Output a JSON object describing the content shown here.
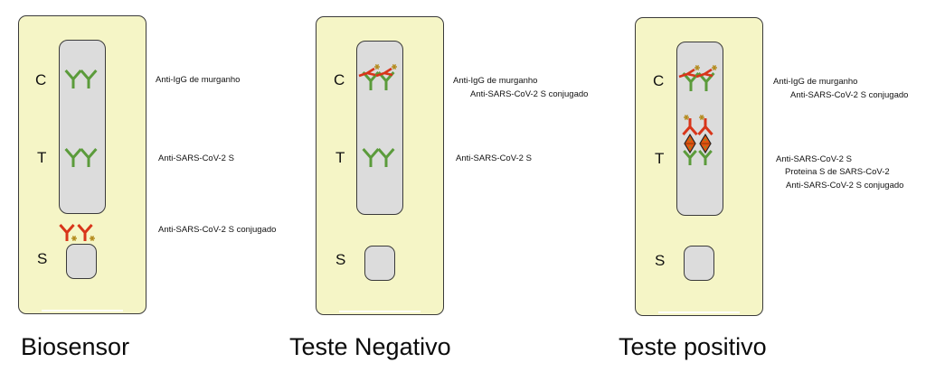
{
  "colors": {
    "capture_antibody": "#5b9b3b",
    "conjugate_antibody": "#d8351a",
    "label_star": "#b38a1c",
    "spike_protein": "#e2550f"
  },
  "panels": [
    {
      "id": "biosensor",
      "title": "Biosensor",
      "zones": {
        "c": "C",
        "t": "T",
        "s": "S"
      },
      "labels": {
        "c": [
          "Anti-IgG de murganho"
        ],
        "t": [
          "Anti-SARS-CoV-2 S"
        ],
        "s": [
          "Anti-SARS-CoV-2 S conjugado"
        ]
      },
      "c_line": "capture",
      "t_line": "capture",
      "conjugate_on_pad": true
    },
    {
      "id": "negative",
      "title": "Teste Negativo",
      "zones": {
        "c": "C",
        "t": "T",
        "s": "S"
      },
      "labels": {
        "c": [
          "Anti-IgG de murganho",
          "Anti-SARS-CoV-2 S conjugado"
        ],
        "t": [
          "Anti-SARS-CoV-2 S"
        ]
      },
      "c_line": "capture_with_conjugate",
      "t_line": "capture",
      "conjugate_on_pad": false
    },
    {
      "id": "positive",
      "title": "Teste positivo",
      "zones": {
        "c": "C",
        "t": "T",
        "s": "S"
      },
      "labels": {
        "c": [
          "Anti-IgG de murganho",
          "Anti-SARS-CoV-2 S conjugado"
        ],
        "t": [
          "Anti-SARS-CoV-2 S",
          "Proteina S de SARS-CoV-2",
          "Anti-SARS-CoV-2 S conjugado"
        ]
      },
      "c_line": "capture_with_conjugate",
      "t_line": "sandwich",
      "conjugate_on_pad": false
    }
  ]
}
